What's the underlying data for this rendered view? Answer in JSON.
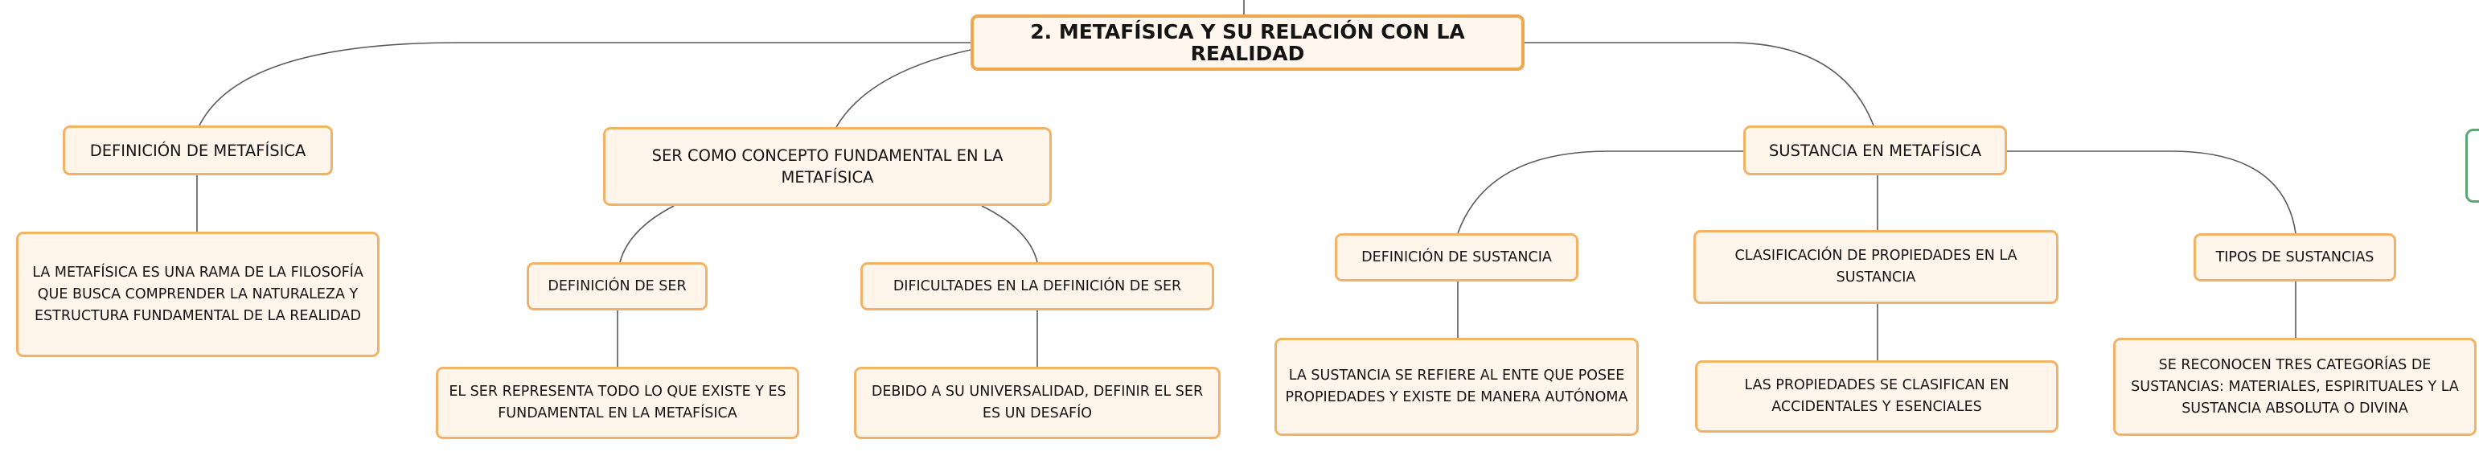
{
  "diagram": {
    "root": {
      "label": "2. METAFÍSICA Y SU RELACIÓN CON LA REALIDAD"
    },
    "branches": [
      {
        "label": "DEFINICIÓN DE METAFÍSICA",
        "children": [
          {
            "label": "LA METAFÍSICA ES UNA RAMA DE LA FILOSOFÍA QUE BUSCA COMPRENDER LA NATURALEZA Y ESTRUCTURA FUNDAMENTAL DE LA REALIDAD"
          }
        ]
      },
      {
        "label": "SER COMO CONCEPTO FUNDAMENTAL EN LA METAFÍSICA",
        "children": [
          {
            "label": "DEFINICIÓN DE SER",
            "detail": "EL SER REPRESENTA TODO LO QUE EXISTE Y ES FUNDAMENTAL EN LA METAFÍSICA"
          },
          {
            "label": "DIFICULTADES EN LA DEFINICIÓN DE SER",
            "detail": "DEBIDO A SU UNIVERSALIDAD, DEFINIR EL SER ES UN DESAFÍO"
          }
        ]
      },
      {
        "label": "SUSTANCIA EN METAFÍSICA",
        "children": [
          {
            "label": "DEFINICIÓN DE SUSTANCIA",
            "detail": "LA SUSTANCIA SE REFIERE AL ENTE QUE POSEE PROPIEDADES Y EXISTE DE MANERA AUTÓNOMA"
          },
          {
            "label": "CLASIFICACIÓN DE PROPIEDADES EN LA SUSTANCIA",
            "detail": "LAS PROPIEDADES SE CLASIFICAN EN ACCIDENTALES Y ESENCIALES"
          },
          {
            "label": "TIPOS DE SUSTANCIAS",
            "detail": "SE RECONOCEN TRES CATEGORÍAS DE SUSTANCIAS: MATERIALES, ESPIRITUALES Y LA SUSTANCIA ABSOLUTA O DIVINA"
          }
        ]
      }
    ]
  },
  "colors": {
    "node_border": "#f3b366",
    "node_fill": "#fff5ea",
    "link": "#5a5a5a",
    "edge_tab": "#5da777"
  }
}
